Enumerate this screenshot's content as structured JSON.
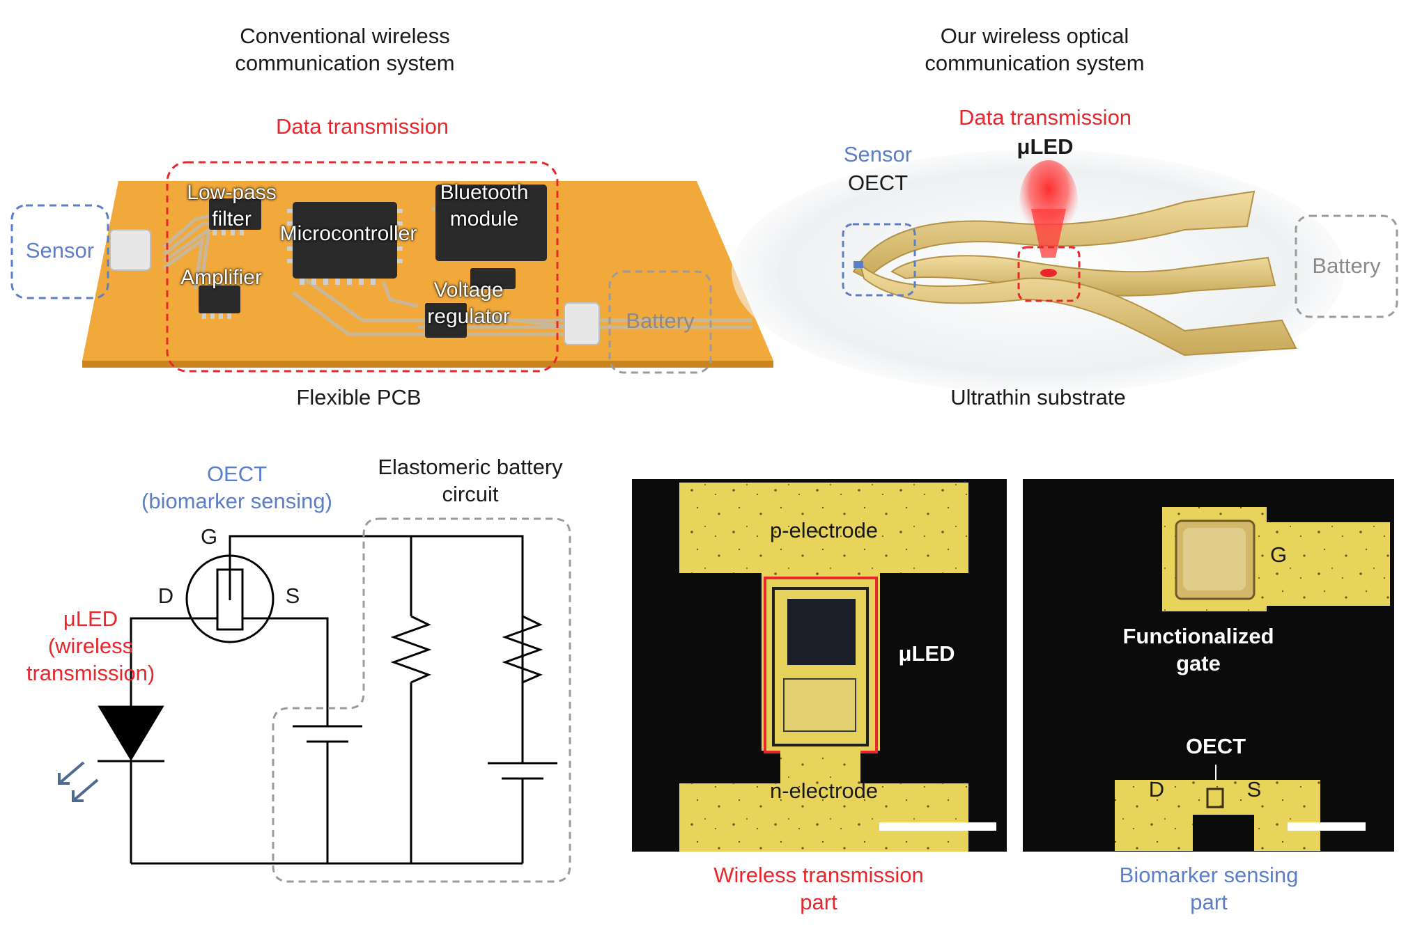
{
  "panel_a": {
    "title_line1": "Conventional wireless",
    "title_line2": "communication system",
    "data_transmission": "Data transmission",
    "sensor": "Sensor",
    "battery": "Battery",
    "chips": {
      "low_pass_line1": "Low-pass",
      "low_pass_line2": "filter",
      "microcontroller": "Microcontroller",
      "bluetooth_line1": "Bluetooth",
      "bluetooth_line2": "module",
      "amplifier": "Amplifier",
      "voltage_line1": "Voltage",
      "voltage_line2": "regulator"
    },
    "caption": "Flexible PCB"
  },
  "panel_b": {
    "title_line1": "Our wireless optical",
    "title_line2": "communication system",
    "data_transmission": "Data transmission",
    "uled": "μLED",
    "sensor": "Sensor",
    "oect": "OECT",
    "battery": "Battery",
    "caption": "Ultrathin substrate"
  },
  "panel_c": {
    "oect_line1": "OECT",
    "oect_line2": "(biomarker sensing)",
    "battery_line1": "Elastomeric battery",
    "battery_line2": "circuit",
    "gate": "G",
    "drain": "D",
    "source": "S",
    "uled_line1": "μLED",
    "uled_line2": "(wireless",
    "uled_line3": "transmission)"
  },
  "panel_d": {
    "p_electrode": "p-electrode",
    "n_electrode": "n-electrode",
    "uled": "μLED",
    "caption_line1": "Wireless transmission",
    "caption_line2": "part"
  },
  "panel_e": {
    "gate": "G",
    "functionalized_line1": "Functionalized",
    "functionalized_line2": "gate",
    "oect": "OECT",
    "drain": "D",
    "source": "S",
    "caption_line1": "Biomarker sensing",
    "caption_line2": "part"
  },
  "colors": {
    "red": "#e8262b",
    "blue": "#5b7ec9",
    "pcb": "#f2a93b",
    "gold": "#d9c46a",
    "electrode": "#e6d25a"
  }
}
